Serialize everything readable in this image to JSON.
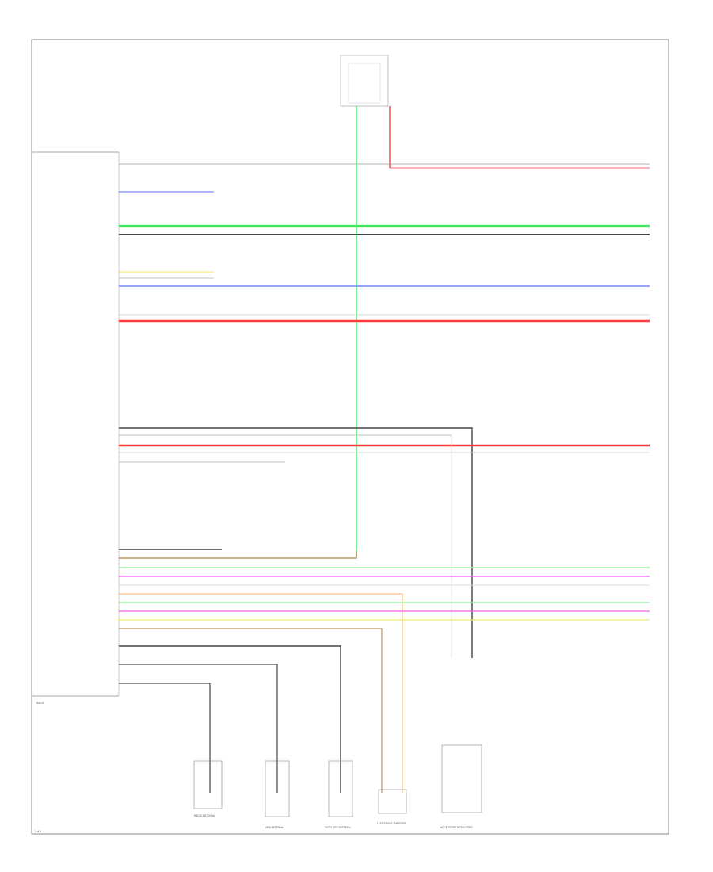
{
  "colors": {
    "frame": "#888888",
    "wire_black": "#333333",
    "wire_green": "#3ee85a",
    "wire_red": "#ff3b3b",
    "wire_blue": "#5a6bff",
    "wire_yellow": "#f4e66a",
    "wire_grey": "#aaaaaa",
    "wire_orange": "#ffb060",
    "wire_magenta": "#f060f0",
    "wire_brown": "#b08040",
    "wire_lightgreen": "#9ef2a6",
    "wire_lightgrey": "#dddddd"
  },
  "labels": {
    "module_name": "RADIO",
    "page_ref": "1 of 2"
  },
  "components": {
    "radio_antenna": "RADIO ANTENNA",
    "gps_antenna": "GPS ANTENNA",
    "satellite_antenna": "SATELLITE ANTENNA",
    "left_front_tweeter": "LEFT FRONT TWEETER",
    "accessory_media_port": "ACCESSORY MEDIA PORT"
  }
}
